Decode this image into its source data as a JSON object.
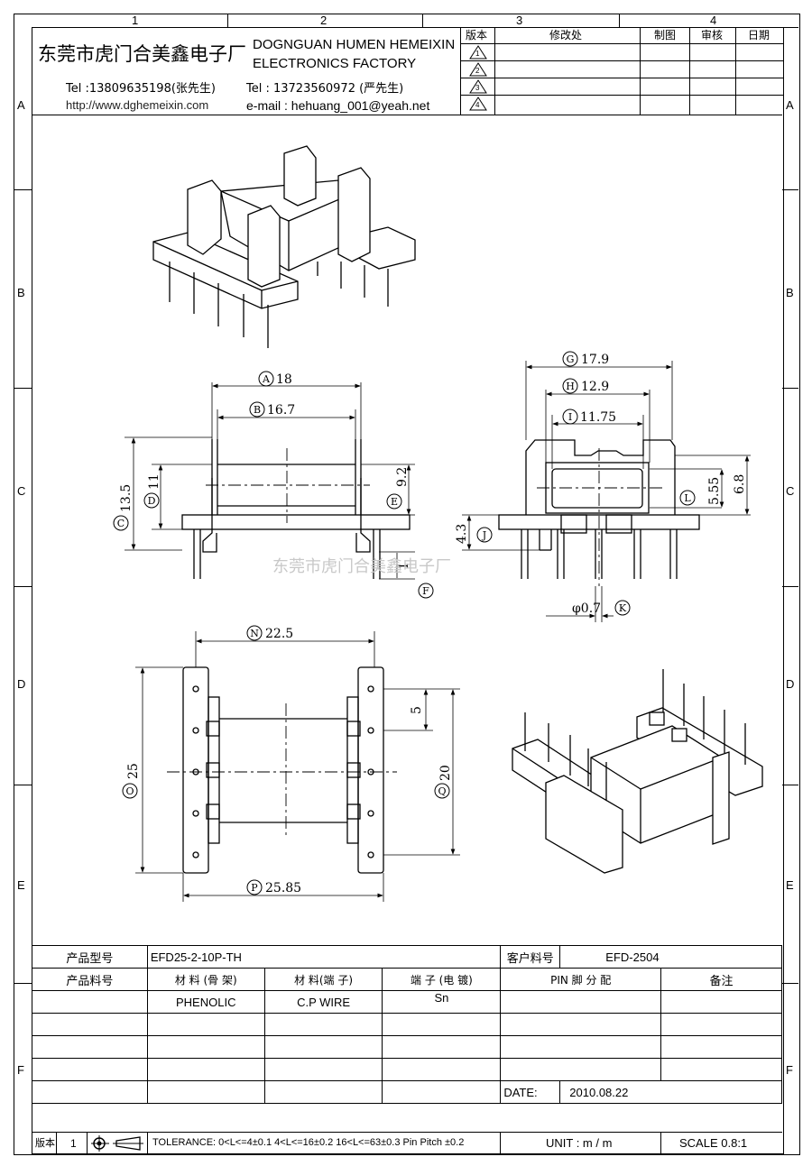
{
  "grid": {
    "columns": [
      "1",
      "2",
      "3",
      "4"
    ],
    "rows": [
      "A",
      "B",
      "C",
      "D",
      "E",
      "F"
    ]
  },
  "header": {
    "company_cn": "东莞市虎门合美鑫电子厂",
    "company_en_line1": "DOGNGUAN HUMEN HEMEIXIN",
    "company_en_line2": "ELECTRONICS FACTORY",
    "tel1": "Tel :13809635198(张先生)",
    "tel2": "Tel : 13723560972 (严先生)",
    "website": "http://www.dghemeixin.com",
    "email": "e-mail : hehuang_001@yeah.net"
  },
  "revision_table": {
    "headers": [
      "版本",
      "修改处",
      "制图",
      "审核",
      "日期"
    ],
    "rows": [
      "1",
      "2",
      "3",
      "4"
    ]
  },
  "dimensions": {
    "A": "18",
    "B": "16.7",
    "C": "13.5",
    "D": "11",
    "E": "9.2",
    "F": "1",
    "G": "17.9",
    "H": "12.9",
    "I": "11.75",
    "J": "4.3",
    "K": "φ0.7",
    "L_a": "5.55",
    "L_b": "6.8",
    "N": "22.5",
    "O": "25",
    "P": "25.85",
    "Q": "20",
    "pitch": "5"
  },
  "watermark": "东莞市虎门合美鑫电子厂",
  "bottom_table": {
    "model_label": "产品型号",
    "model_value": "EFD25-2-10P-TH",
    "customer_label": "客户料号",
    "customer_value": "EFD-2504",
    "partno_label": "产品料号",
    "material_frame_label": "材 料 (骨 架)",
    "material_pin_label": "材 料(端 子)",
    "terminal_label": "端 子 (电 镀)",
    "pin_label": "PIN 脚 分 配",
    "remark_label": "备注",
    "material_frame": "PHENOLIC",
    "material_pin": "C.P WIRE",
    "terminal": "Sn",
    "date_label": "DATE:",
    "date_value": "2010.08.22",
    "version_label": "版本",
    "version_value": "1",
    "tolerance": "TOLERANCE:  0<L<=4±0.1  4<L<=16±0.2  16<L<=63±0.3  Pin Pitch  ±0.2",
    "unit": "UNIT :  m / m",
    "scale": "SCALE  0.8:1"
  }
}
